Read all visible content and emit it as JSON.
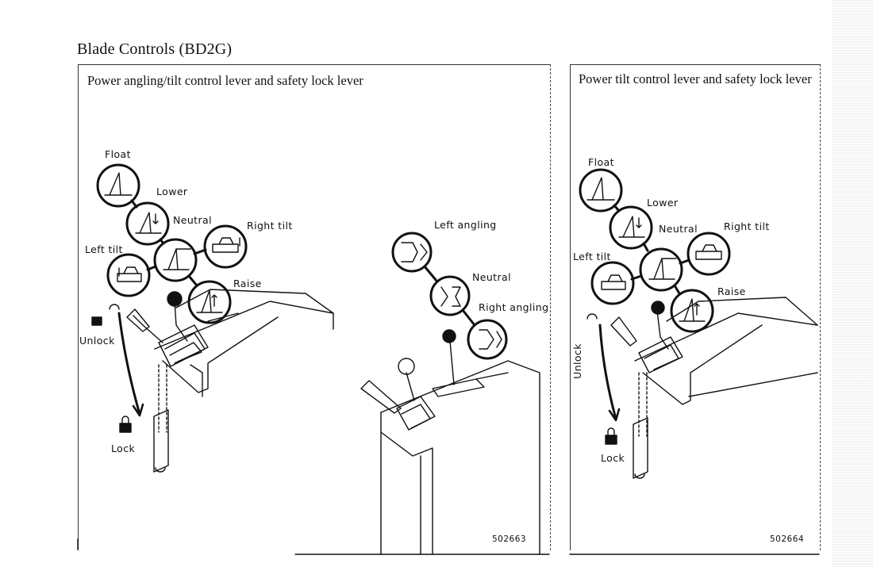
{
  "title": "Blade Controls (BD2G)",
  "left_panel": {
    "heading": "Power angling/tilt control lever and safety lock lever",
    "labels": {
      "float": "Float",
      "lower": "Lower",
      "neutral": "Neutral",
      "right_tilt": "Right tilt",
      "left_tilt": "Left tilt",
      "raise": "Raise",
      "unlock": "Unlock",
      "lock": "Lock",
      "left_angling": "Left angling",
      "neutral_angling": "Neutral",
      "right_angling": "Right angling"
    },
    "figure_number": "502663"
  },
  "right_panel": {
    "heading": "Power tilt control lever and safety lock lever",
    "labels": {
      "float": "Float",
      "lower": "Lower",
      "neutral": "Neutral",
      "right_tilt": "Right tilt",
      "left_tilt": "Left tilt",
      "raise": "Raise",
      "unlock": "Unlock",
      "lock": "Lock"
    },
    "figure_number": "502664"
  }
}
